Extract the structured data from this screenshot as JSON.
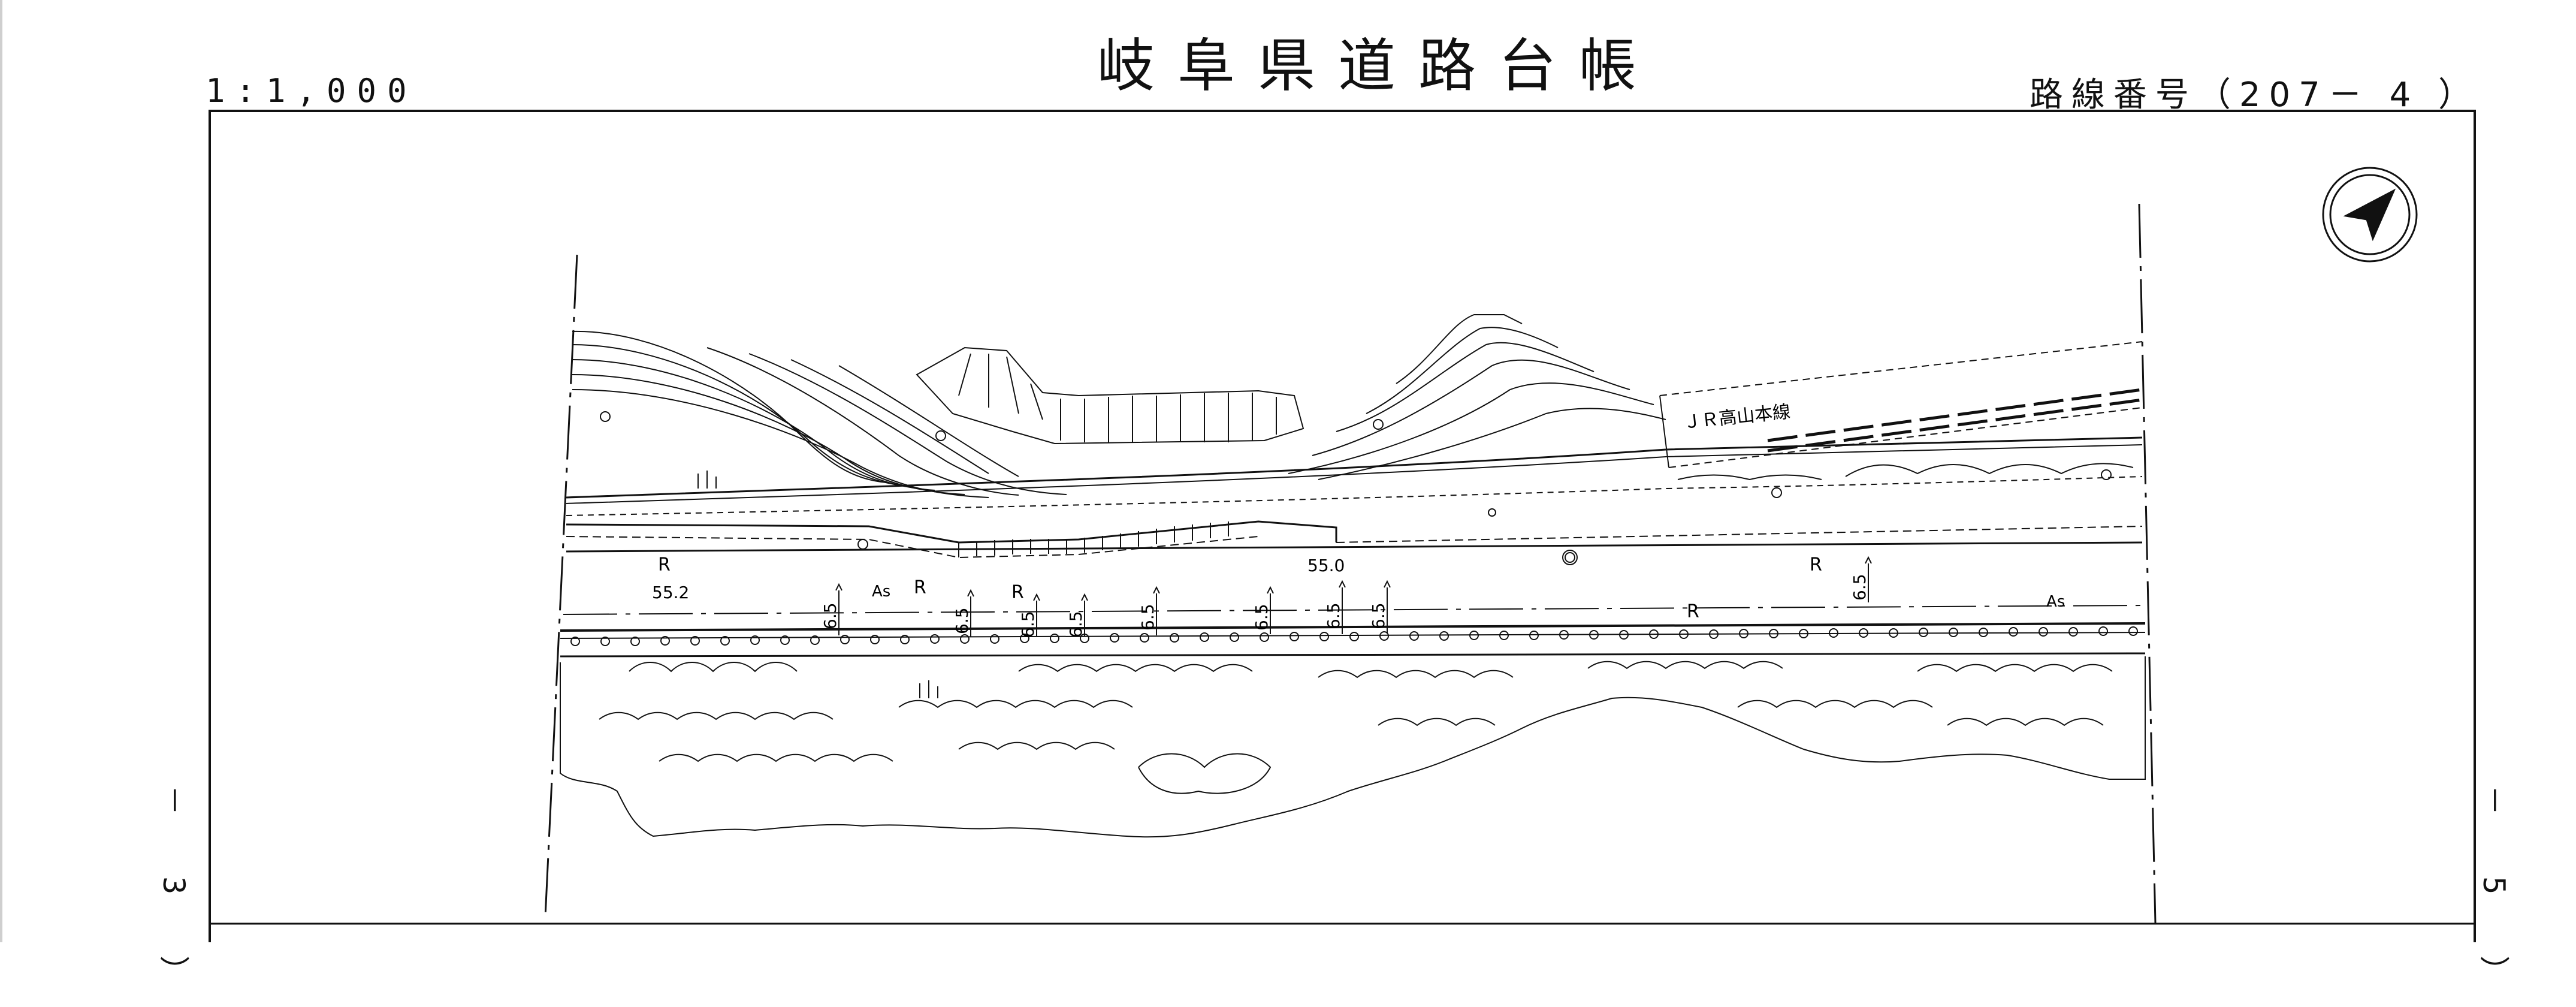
{
  "header": {
    "title": "岐阜県道路台帳",
    "scale": "1:1,000",
    "route_number": "路線番号（207－ 4 ）"
  },
  "sheet_links": {
    "left": "－ 3 ）",
    "right": "－ 5 ）"
  },
  "map_labels": {
    "railway": "ＪＲ高山本線",
    "elevation_1": "55.2",
    "elevation_2": "55.0",
    "surface_1": "As",
    "surface_2": "As",
    "road_mark": "R",
    "width_mark": "6.5"
  },
  "colors": {
    "ink": "#111111",
    "paper": "#ffffff"
  },
  "icons": [
    "north-arrow-icon"
  ]
}
